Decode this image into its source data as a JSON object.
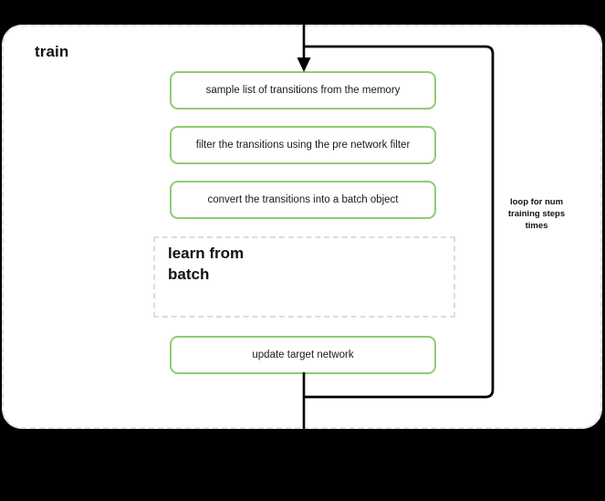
{
  "diagram": {
    "title": "train",
    "background_color": "#000000",
    "container_color": "#ffffff",
    "container_border_color": "#e2e2e2",
    "accent_color": "#8FCC72",
    "connector_color": "#000000",
    "steps": [
      {
        "id": "sample",
        "label": "sample list of transitions from the memory",
        "style": "green-rounded"
      },
      {
        "id": "filter",
        "label": "filter the transitions using the pre network filter",
        "style": "green-rounded"
      },
      {
        "id": "convert",
        "label": "convert the transitions into a batch object",
        "style": "green-rounded"
      },
      {
        "id": "update",
        "label": "update target network",
        "style": "green-rounded"
      }
    ],
    "subprocess": {
      "id": "learn-from-batch",
      "label": "learn from batch",
      "style": "dashed-rectangle"
    },
    "loop": {
      "caption": "loop for num training steps times",
      "caption_line_1": "loop for num",
      "caption_line_2": "training steps",
      "caption_line_3": "times"
    },
    "connectors": [
      {
        "id": "entry-arrow",
        "from": "top-of-diagram",
        "to": "sample",
        "has_arrowhead": true
      },
      {
        "id": "loop-back",
        "from": "update",
        "to": "sample",
        "has_arrowhead": false
      },
      {
        "id": "exit-line",
        "from": "update",
        "to": "bottom-of-diagram",
        "has_arrowhead": false
      }
    ]
  }
}
